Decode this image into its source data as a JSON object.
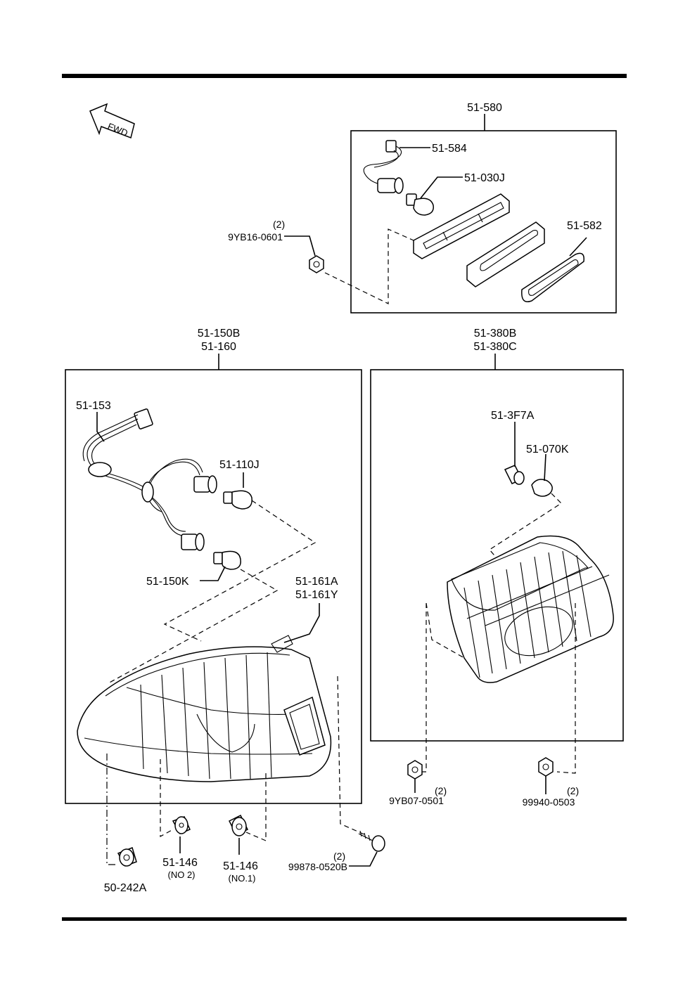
{
  "diagram": {
    "fwd_label": "FWD",
    "labels": {
      "p51_580": "51-580",
      "p51_584": "51-584",
      "p51_030J": "51-030J",
      "p51_582": "51-582",
      "p9YB16_0601": "9YB16-0601",
      "q9YB16_0601": "(2)",
      "p51_150B": "51-150B",
      "p51_160": "51-160",
      "p51_380B": "51-380B",
      "p51_380C": "51-380C",
      "p51_153": "51-153",
      "p51_110J": "51-110J",
      "p51_150K": "51-150K",
      "p51_161A": "51-161A",
      "p51_161Y": "51-161Y",
      "p51_3F7A": "51-3F7A",
      "p51_070K": "51-070K",
      "p9YB07_0501": "9YB07-0501",
      "q9YB07_0501": "(2)",
      "p99940_0503": "99940-0503",
      "q99940_0503": "(2)",
      "p99878_0520B": "99878-0520B",
      "q99878_0520B": "(2)",
      "p50_242A": "50-242A",
      "p51_146_no2": "51-146",
      "s51_146_no2": "(NO 2)",
      "p51_146_no1": "51-146",
      "s51_146_no1": "(NO.1)"
    }
  }
}
